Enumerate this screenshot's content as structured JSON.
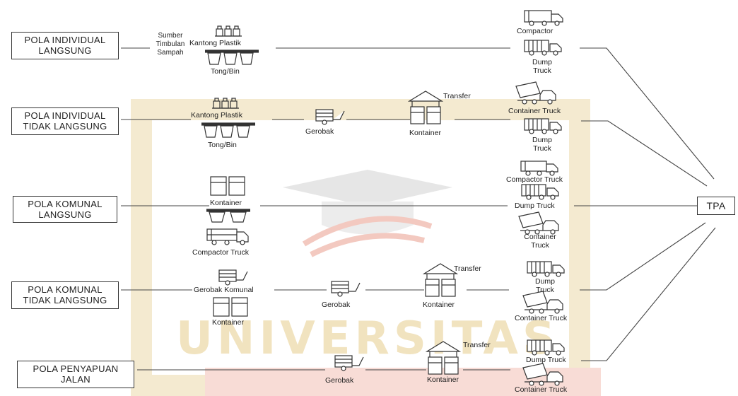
{
  "watermark": {
    "line1": "UNIVERSITAS"
  },
  "destination": "TPA",
  "rows": [
    {
      "id": "individual-langsung",
      "label": [
        "POLA INDIVIDUAL",
        "LANGSUNG"
      ],
      "source": [
        "Sumber",
        "Timbulan",
        "Sampah"
      ],
      "items": [
        "Kantong Plastik",
        "Tong/Bin"
      ],
      "trucks": [
        "Compactor",
        "Dump",
        "Truck"
      ]
    },
    {
      "id": "individual-tidak-langsung",
      "label": [
        "POLA INDIVIDUAL",
        "TIDAK LANGSUNG"
      ],
      "items": [
        "Kantong Plastik",
        "Tong/Bin"
      ],
      "cart": "Gerobak",
      "transfer": "Transfer",
      "container": "Kontainer",
      "trucks": [
        "Container Truck",
        "Dump",
        "Truck"
      ]
    },
    {
      "id": "komunal-langsung",
      "label": [
        "POLA KOMUNAL",
        "LANGSUNG"
      ],
      "items": [
        "Kontainer",
        "Compactor Truck"
      ],
      "trucks": [
        "Compactor Truck",
        "Dump Truck",
        "Container",
        "Truck"
      ]
    },
    {
      "id": "komunal-tidak-langsung",
      "label": [
        "POLA KOMUNAL",
        "TIDAK LANGSUNG"
      ],
      "items": [
        "Gerobak Komunal",
        "Kontainer"
      ],
      "cart": "Gerobak",
      "transfer": "Transfer",
      "container": "Kontainer",
      "trucks": [
        "Dump",
        "Truck",
        "Container Truck"
      ]
    },
    {
      "id": "penyapuan-jalan",
      "label": [
        "POLA PENYAPUAN",
        "JALAN"
      ],
      "cart": "Gerobak",
      "transfer": "Transfer",
      "container": "Kontainer",
      "trucks": [
        "Dump Truck",
        "Container Truck"
      ]
    }
  ],
  "icons": {
    "bags": "plastic-bags-icon",
    "bins": "bins-icon",
    "cart": "cart-icon",
    "transfer": "transfer-station-icon",
    "container": "container-icon",
    "compactor": "compactor-truck-icon",
    "dump": "dump-truck-icon",
    "container_truck": "container-truck-icon"
  },
  "colors": {
    "line": "#444444",
    "watermark_text": "#f3e6c4",
    "watermark_shape": "#eeeeee",
    "watermark_red": "#f6d2cc"
  }
}
